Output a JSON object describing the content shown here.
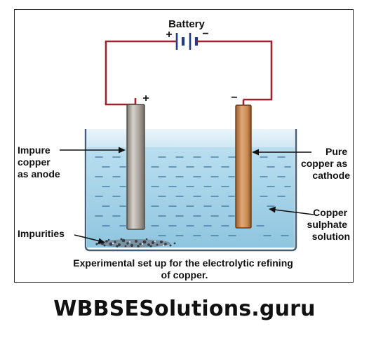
{
  "diagram": {
    "battery_label": "Battery",
    "battery_plus": "+",
    "battery_minus": "−",
    "anode_terminal": "+",
    "cathode_terminal": "−",
    "anode_label": [
      "Impure",
      "copper",
      "as anode"
    ],
    "cathode_label": [
      "Pure",
      "copper as",
      "cathode"
    ],
    "solution_label": [
      "Copper",
      "sulphate",
      "solution"
    ],
    "impurities_label": "Impurities",
    "caption": [
      "Experimental set up for the electrolytic refining",
      "of copper."
    ]
  },
  "branding": {
    "site": "WBBSESolutions.guru"
  },
  "colors": {
    "wire": "#9b2230",
    "solution": "#a9d6ea",
    "anode": "#a8a29a",
    "cathode": "#c98a52",
    "battery": "#1f3b8c"
  }
}
